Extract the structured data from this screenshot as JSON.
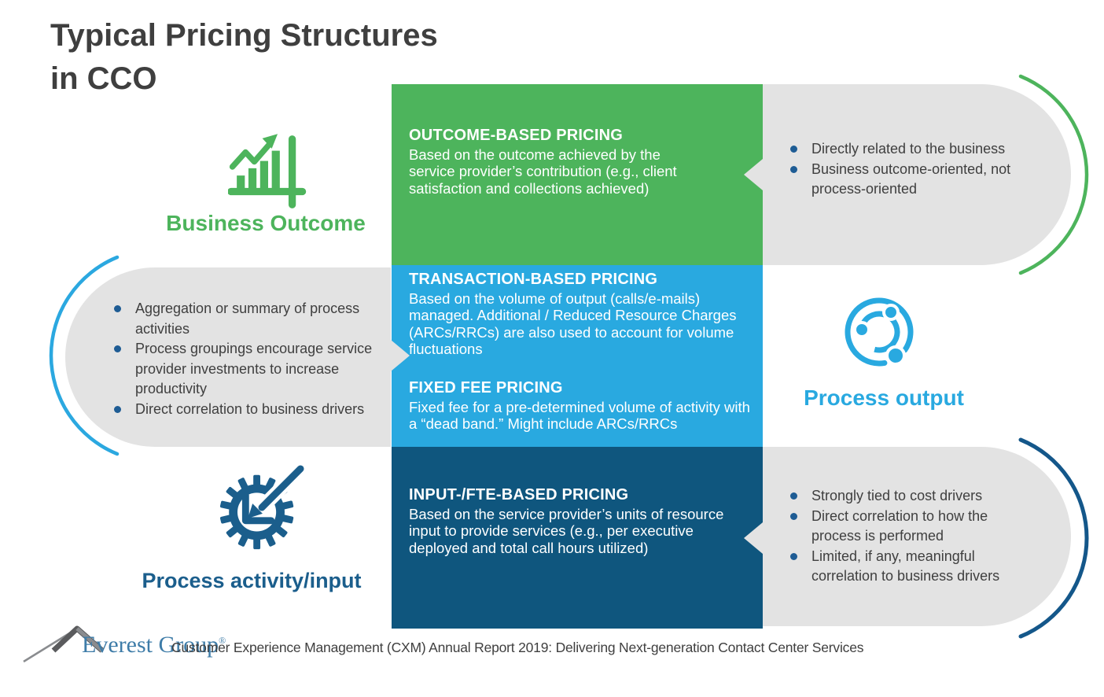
{
  "title": {
    "line1": "Typical Pricing Structures",
    "line2": "in CCO"
  },
  "colors": {
    "green": "#4db45c",
    "light_blue": "#29a9e0",
    "dark_blue": "#0f567e",
    "dark_accent": "#1b5e8c",
    "panel_gray": "#e3e3e3",
    "bullet_blue": "#1e5c94",
    "text_gray": "#3f3f3f",
    "logo_blue": "#3e7ca8"
  },
  "rows": [
    {
      "id": "outcome",
      "side_label": "Business Outcome",
      "icon": "growth-chart-icon",
      "blocks": [
        {
          "heading": "OUTCOME-BASED PRICING",
          "body": "Based on the outcome achieved by the service provider’s contribution (e.g., client satisfaction and collections achieved)"
        }
      ],
      "bullets": [
        "Directly related to the business",
        "Business outcome-oriented, not process-oriented"
      ]
    },
    {
      "id": "transaction",
      "side_label": "Process output",
      "icon": "process-cycle-icon",
      "blocks": [
        {
          "heading": "TRANSACTION-BASED PRICING",
          "body": "Based on the volume of output (calls/e-mails) managed. Additional / Reduced Resource Charges (ARCs/RRCs) are also used to account for volume fluctuations"
        },
        {
          "heading": "FIXED FEE PRICING",
          "body": "Fixed fee for a pre-determined volume of activity with a “dead band.” Might include ARCs/RRCs"
        }
      ],
      "bullets": [
        "Aggregation or summary of process activities",
        "Process groupings encourage service provider investments to increase productivity",
        "Direct correlation to business drivers"
      ]
    },
    {
      "id": "input",
      "side_label": "Process activity/input",
      "icon": "gear-arrow-icon",
      "blocks": [
        {
          "heading": "INPUT-/FTE-BASED PRICING",
          "body": "Based on the service provider’s units of resource input to provide services (e.g., per executive deployed and total call hours utilized)"
        }
      ],
      "bullets": [
        "Strongly tied to cost drivers",
        "Direct correlation to how the process is performed",
        "Limited, if any, meaningful correlation to business drivers"
      ]
    }
  ],
  "footer": {
    "logo_text": "Everest Group",
    "registered_mark": "®",
    "caption": "Customer Experience Management (CXM) Annual Report 2019: Delivering Next-generation Contact Center Services"
  }
}
